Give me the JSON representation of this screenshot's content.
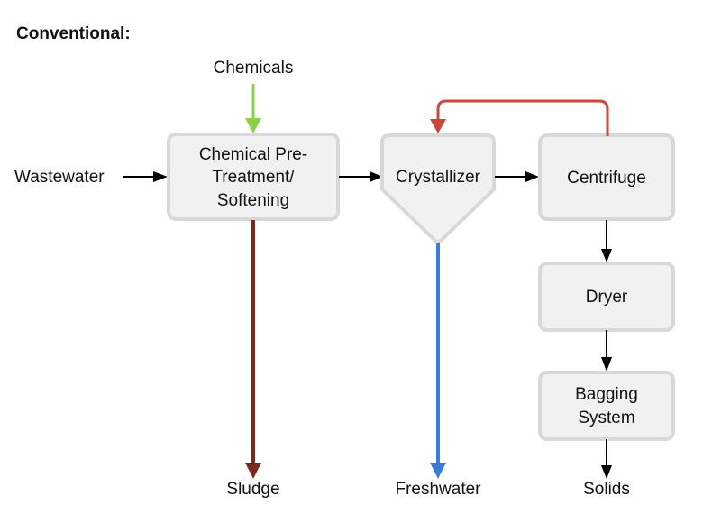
{
  "title": "Conventional:",
  "colors": {
    "box_fill": "#f1f1f1",
    "box_border": "#d8d8d8",
    "chemicals_arrow": "#8ccf4d",
    "recycle_arrow": "#c9473b",
    "sludge_arrow": "#7b2a22",
    "freshwater_arrow": "#3a7bd5",
    "flow_arrow": "#000000"
  },
  "inputs": {
    "chemicals": "Chemicals",
    "wastewater": "Wastewater"
  },
  "units": {
    "pretreatment": [
      "Chemical Pre-",
      "Treatment/",
      "Softening"
    ],
    "crystallizer": "Crystallizer",
    "centrifuge": "Centrifuge",
    "dryer": "Dryer",
    "bagging": [
      "Bagging",
      "System"
    ]
  },
  "outputs": {
    "sludge": "Sludge",
    "freshwater": "Freshwater",
    "solids": "Solids"
  }
}
